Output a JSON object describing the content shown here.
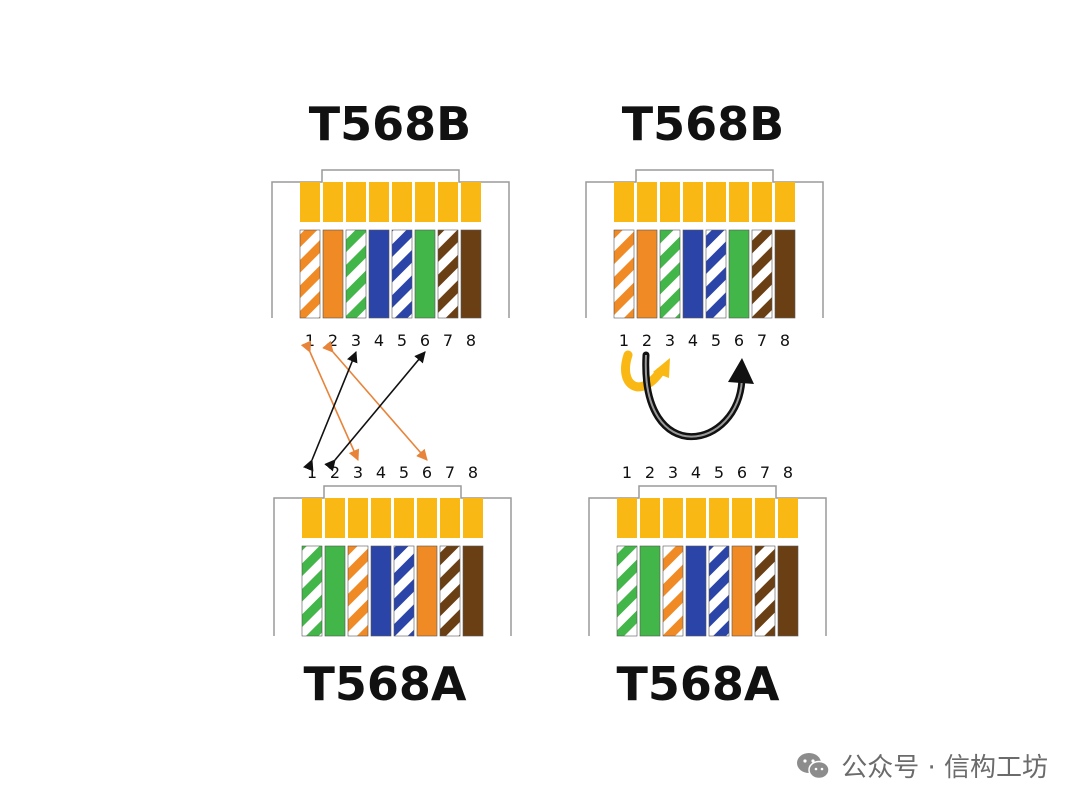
{
  "top_left": {
    "title": "T568B",
    "pins": [
      "1",
      "2",
      "3",
      "4",
      "5",
      "6",
      "7",
      "8"
    ],
    "wires": [
      "white-orange",
      "orange",
      "white-green",
      "blue",
      "white-blue",
      "green",
      "white-brown",
      "brown"
    ]
  },
  "top_right": {
    "title": "T568B",
    "pins": [
      "1",
      "2",
      "3",
      "4",
      "5",
      "6",
      "7",
      "8"
    ],
    "wires": [
      "white-orange",
      "orange",
      "white-green",
      "blue",
      "white-blue",
      "green",
      "white-brown",
      "brown"
    ]
  },
  "bottom_left": {
    "title": "T568A",
    "pins": [
      "1",
      "2",
      "3",
      "4",
      "5",
      "6",
      "7",
      "8"
    ],
    "wires": [
      "white-green",
      "green",
      "white-orange",
      "blue",
      "white-blue",
      "orange",
      "white-brown",
      "brown"
    ]
  },
  "bottom_right": {
    "title": "T568A",
    "pins": [
      "1",
      "2",
      "3",
      "4",
      "5",
      "6",
      "7",
      "8"
    ],
    "wires": [
      "white-green",
      "green",
      "white-orange",
      "blue",
      "white-blue",
      "orange",
      "white-brown",
      "brown"
    ]
  },
  "colors": {
    "orange": "#f08a24",
    "green": "#43b649",
    "blue": "#2b44a8",
    "brown": "#6b3f14",
    "gold": "#f9b813",
    "arrow_orange": "#e8843a",
    "arrow_black": "#111111"
  },
  "crossover_links": [
    {
      "from": 1,
      "to": 3,
      "color": "orange"
    },
    {
      "from": 2,
      "to": 6,
      "color": "orange"
    },
    {
      "from": 3,
      "to": 1,
      "color": "black"
    },
    {
      "from": 6,
      "to": 2,
      "color": "black"
    }
  ],
  "watermark": {
    "text": "公众号 · 信构工坊",
    "icon": "wechat-icon"
  }
}
